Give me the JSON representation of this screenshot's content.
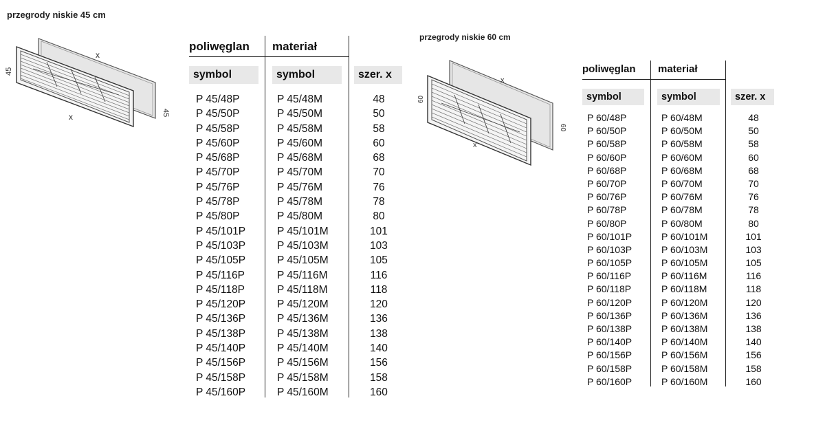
{
  "section45": {
    "title": "przegrody niskie 45 cm",
    "dim_height": "45",
    "dim_width": "x",
    "headers": {
      "poly": "poliwęglan",
      "material": "materiał",
      "symbol_poly": "symbol",
      "symbol_material": "symbol",
      "width": "szer. x"
    },
    "rows": [
      [
        "P 45/48P",
        "P 45/48M",
        "48"
      ],
      [
        "P 45/50P",
        "P 45/50M",
        "50"
      ],
      [
        "P 45/58P",
        "P 45/58M",
        "58"
      ],
      [
        "P 45/60P",
        "P 45/60M",
        "60"
      ],
      [
        "P 45/68P",
        "P 45/68M",
        "68"
      ],
      [
        "P 45/70P",
        "P 45/70M",
        "70"
      ],
      [
        "P 45/76P",
        "P 45/76M",
        "76"
      ],
      [
        "P 45/78P",
        "P 45/78M",
        "78"
      ],
      [
        "P 45/80P",
        "P 45/80M",
        "80"
      ],
      [
        "P 45/101P",
        "P 45/101M",
        "101"
      ],
      [
        "P 45/103P",
        "P 45/103M",
        "103"
      ],
      [
        "P 45/105P",
        "P 45/105M",
        "105"
      ],
      [
        "P 45/116P",
        "P 45/116M",
        "116"
      ],
      [
        "P 45/118P",
        "P 45/118M",
        "118"
      ],
      [
        "P 45/120P",
        "P 45/120M",
        "120"
      ],
      [
        "P 45/136P",
        "P 45/136M",
        "136"
      ],
      [
        "P 45/138P",
        "P 45/138M",
        "138"
      ],
      [
        "P 45/140P",
        "P 45/140M",
        "140"
      ],
      [
        "P 45/156P",
        "P 45/156M",
        "156"
      ],
      [
        "P 45/158P",
        "P 45/158M",
        "158"
      ],
      [
        "P 45/160P",
        "P 45/160M",
        "160"
      ]
    ]
  },
  "section60": {
    "title": "przegrody niskie 60 cm",
    "dim_height": "60",
    "dim_width": "x",
    "headers": {
      "poly": "poliwęglan",
      "material": "materiał",
      "symbol_poly": "symbol",
      "symbol_material": "symbol",
      "width": "szer. x"
    },
    "rows": [
      [
        "P 60/48P",
        "P 60/48M",
        "48"
      ],
      [
        "P 60/50P",
        "P 60/50M",
        "50"
      ],
      [
        "P 60/58P",
        "P 60/58M",
        "58"
      ],
      [
        "P 60/60P",
        "P 60/60M",
        "60"
      ],
      [
        "P 60/68P",
        "P 60/68M",
        "68"
      ],
      [
        "P 60/70P",
        "P 60/70M",
        "70"
      ],
      [
        "P 60/76P",
        "P 60/76M",
        "76"
      ],
      [
        "P 60/78P",
        "P 60/78M",
        "78"
      ],
      [
        "P 60/80P",
        "P 60/80M",
        "80"
      ],
      [
        "P 60/101P",
        "P 60/101M",
        "101"
      ],
      [
        "P 60/103P",
        "P 60/103M",
        "103"
      ],
      [
        "P 60/105P",
        "P 60/105M",
        "105"
      ],
      [
        "P 60/116P",
        "P 60/116M",
        "116"
      ],
      [
        "P 60/118P",
        "P 60/118M",
        "118"
      ],
      [
        "P 60/120P",
        "P 60/120M",
        "120"
      ],
      [
        "P 60/136P",
        "P 60/136M",
        "136"
      ],
      [
        "P 60/138P",
        "P 60/138M",
        "138"
      ],
      [
        "P 60/140P",
        "P 60/140M",
        "140"
      ],
      [
        "P 60/156P",
        "P 60/156M",
        "156"
      ],
      [
        "P 60/158P",
        "P 60/158M",
        "158"
      ],
      [
        "P 60/160P",
        "P 60/160M",
        "160"
      ]
    ]
  }
}
